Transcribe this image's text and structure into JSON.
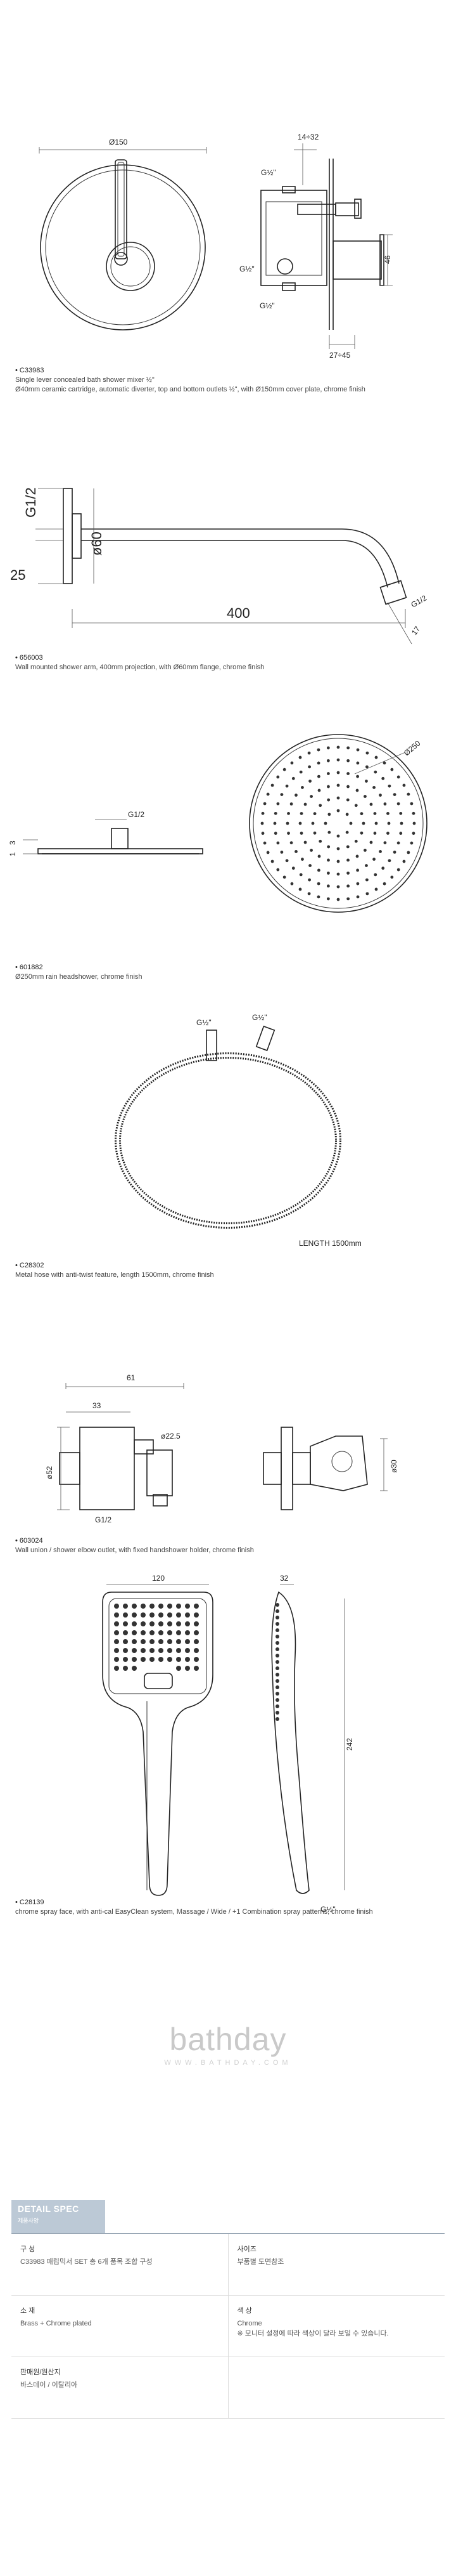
{
  "products": [
    {
      "code": "• C33983",
      "desc": "Single lever concealed bath shower mixer ½\"",
      "desc2": "Ø40mm ceramic cartridge, automatic diverter, top and bottom outlets ½\", with Ø150mm cover plate, chrome finish",
      "dims": {
        "d150": "Ø150",
        "d14_32": "14÷32",
        "g12a": "G½\"",
        "g12b": "G½\"",
        "g12c": "G½\"",
        "d46": "46",
        "d27_45": "27÷45"
      }
    },
    {
      "code": "• 656003",
      "desc": "Wall mounted shower arm, 400mm projection, with Ø60mm flange, chrome finish",
      "dims": {
        "g12": "G1/2",
        "d60": "ø60",
        "d25": "25",
        "d400": "400",
        "g12b": "G1/2",
        "d17": "17"
      }
    },
    {
      "code": "• 601882",
      "desc": "Ø250mm rain headshower, chrome finish",
      "dims": {
        "d250": "Ø250",
        "g12": "G1/2",
        "d3": "3",
        "d1": "1"
      }
    },
    {
      "code": "• C28302",
      "desc": "Metal hose with anti-twist feature, length 1500mm, chrome finish",
      "dims": {
        "g12a": "G½\"",
        "g12b": "G½\"",
        "length": "LENGTH 1500mm"
      }
    },
    {
      "code": "• 603024",
      "desc": "Wall union / shower elbow outlet, with fixed handshower holder, chrome finish",
      "dims": {
        "d61": "61",
        "d33": "33",
        "d22_5": "ø22.5",
        "d52": "ø52",
        "g12": "G1/2",
        "d30": "ø30"
      }
    },
    {
      "code": "• C28139",
      "desc": "chrome spray face, with anti-cal EasyClean system, Massage / Wide / +1 Combination spray patterns, chrome finish",
      "dims": {
        "d120": "120",
        "d32": "32",
        "d242": "242",
        "g12": "G½\""
      }
    }
  ],
  "logo": {
    "word": "bathday",
    "url": "WWW.BATHDAY.COM"
  },
  "spec": {
    "title": "DETAIL SPEC",
    "subtitle": "제품사양",
    "rows": [
      [
        {
          "label": "구 성",
          "value": "C33983 매립믹서 SET 총 6개 품목 조합 구성"
        },
        {
          "label": "사이즈",
          "value": "부품별 도면참조"
        }
      ],
      [
        {
          "label": "소 재",
          "value": "Brass + Chrome plated"
        },
        {
          "label": "색 상",
          "value": "Chrome",
          "note": "※ 모니터 설정에 따라 색상이 달라 보일 수 있습니다."
        }
      ],
      [
        {
          "label": "판매원/원산지",
          "value": "바스데이 / 이탈리아"
        },
        {
          "label": "",
          "value": ""
        }
      ]
    ]
  }
}
